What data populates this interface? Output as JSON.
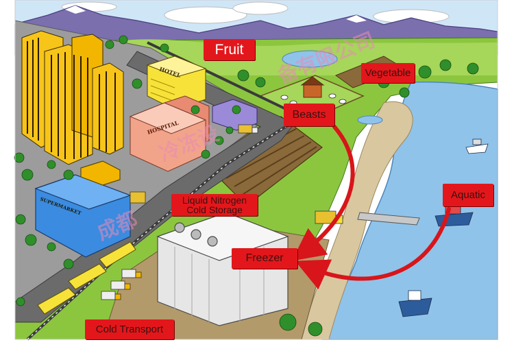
{
  "labels": {
    "fruit": "Fruit",
    "vegetable": "Vegetable",
    "beasts": "Beasts",
    "aquatic": "Aquatic",
    "liquid_nitrogen_line1": "Liquid Nitrogen",
    "liquid_nitrogen_line2": "Cold Storage",
    "freezer": "Freezer",
    "cold_transport": "Cold Transport"
  },
  "building_signs": {
    "hotel": "HOTEL",
    "hospital": "HOSPITAL",
    "supermarket": "SUPERMARKET"
  },
  "watermark": {
    "top": "备有限公司",
    "mid": "冷冻设",
    "bottom": "成都"
  },
  "colors": {
    "label_red": "#e3171b",
    "arrow_red": "#d8151a",
    "sea": "#8fc3ea",
    "grass": "#8cc63f",
    "road": "#6b6b6b"
  }
}
